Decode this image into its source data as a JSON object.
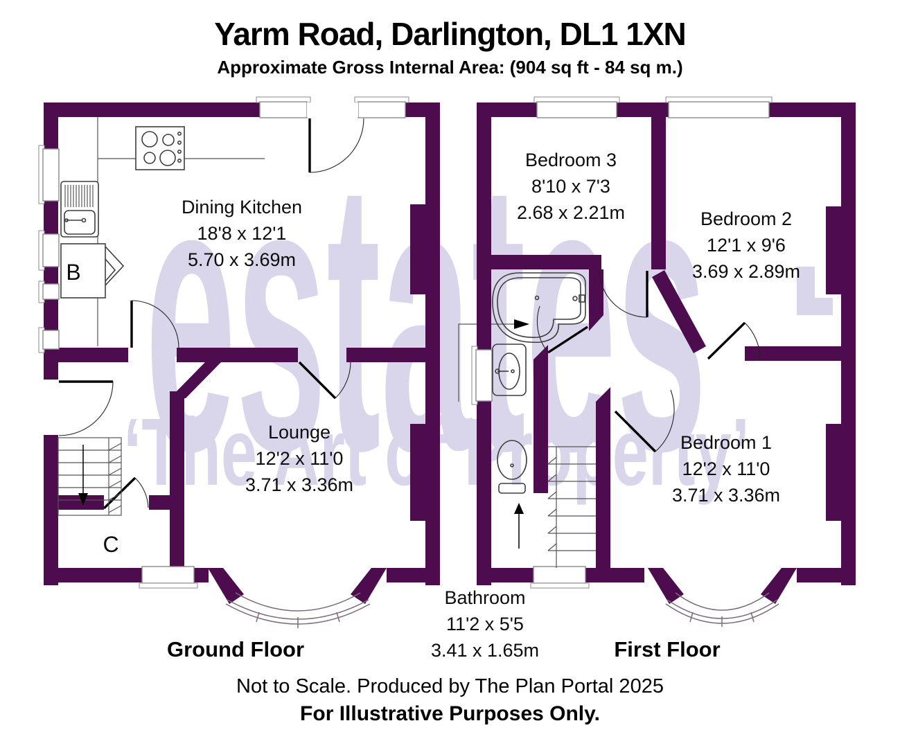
{
  "header": {
    "title": "Yarm Road, Darlington, DL1 1XN",
    "subtitle": "Approximate Gross Internal Area: (904 sq ft - 84 sq m.)"
  },
  "watermark": {
    "brand": "estates",
    "tagline": "‘The Art of Property’"
  },
  "floors": {
    "ground": {
      "caption": "Ground Floor"
    },
    "first": {
      "caption": "First Floor"
    }
  },
  "rooms": {
    "dining_kitchen": {
      "name": "Dining Kitchen",
      "imperial": "18'8 x 12'1",
      "metric": "5.70 x 3.69m"
    },
    "lounge": {
      "name": "Lounge",
      "imperial": "12'2 x 11'0",
      "metric": "3.71 x 3.36m"
    },
    "bedroom3": {
      "name": "Bedroom 3",
      "imperial": "8'10 x 7'3",
      "metric": "2.68 x 2.21m"
    },
    "bedroom2": {
      "name": "Bedroom 2",
      "imperial": "12'1 x 9'6",
      "metric": "3.69 x 2.89m"
    },
    "bedroom1": {
      "name": "Bedroom 1",
      "imperial": "12'2 x 11'0",
      "metric": "3.71 x 3.36m"
    },
    "bathroom": {
      "name": "Bathroom",
      "imperial": "11'2 x 5'5",
      "metric": "3.41 x 1.65m"
    }
  },
  "annotations": {
    "boiler": "B",
    "cupboard": "C"
  },
  "footer": {
    "line1": "Not to Scale. Produced by The Plan Portal 2025",
    "line2": "For Illustrative Purposes Only."
  },
  "colors": {
    "wall_purple": "#4c0c4e",
    "watermark_lavender": "#d9d6ec"
  }
}
